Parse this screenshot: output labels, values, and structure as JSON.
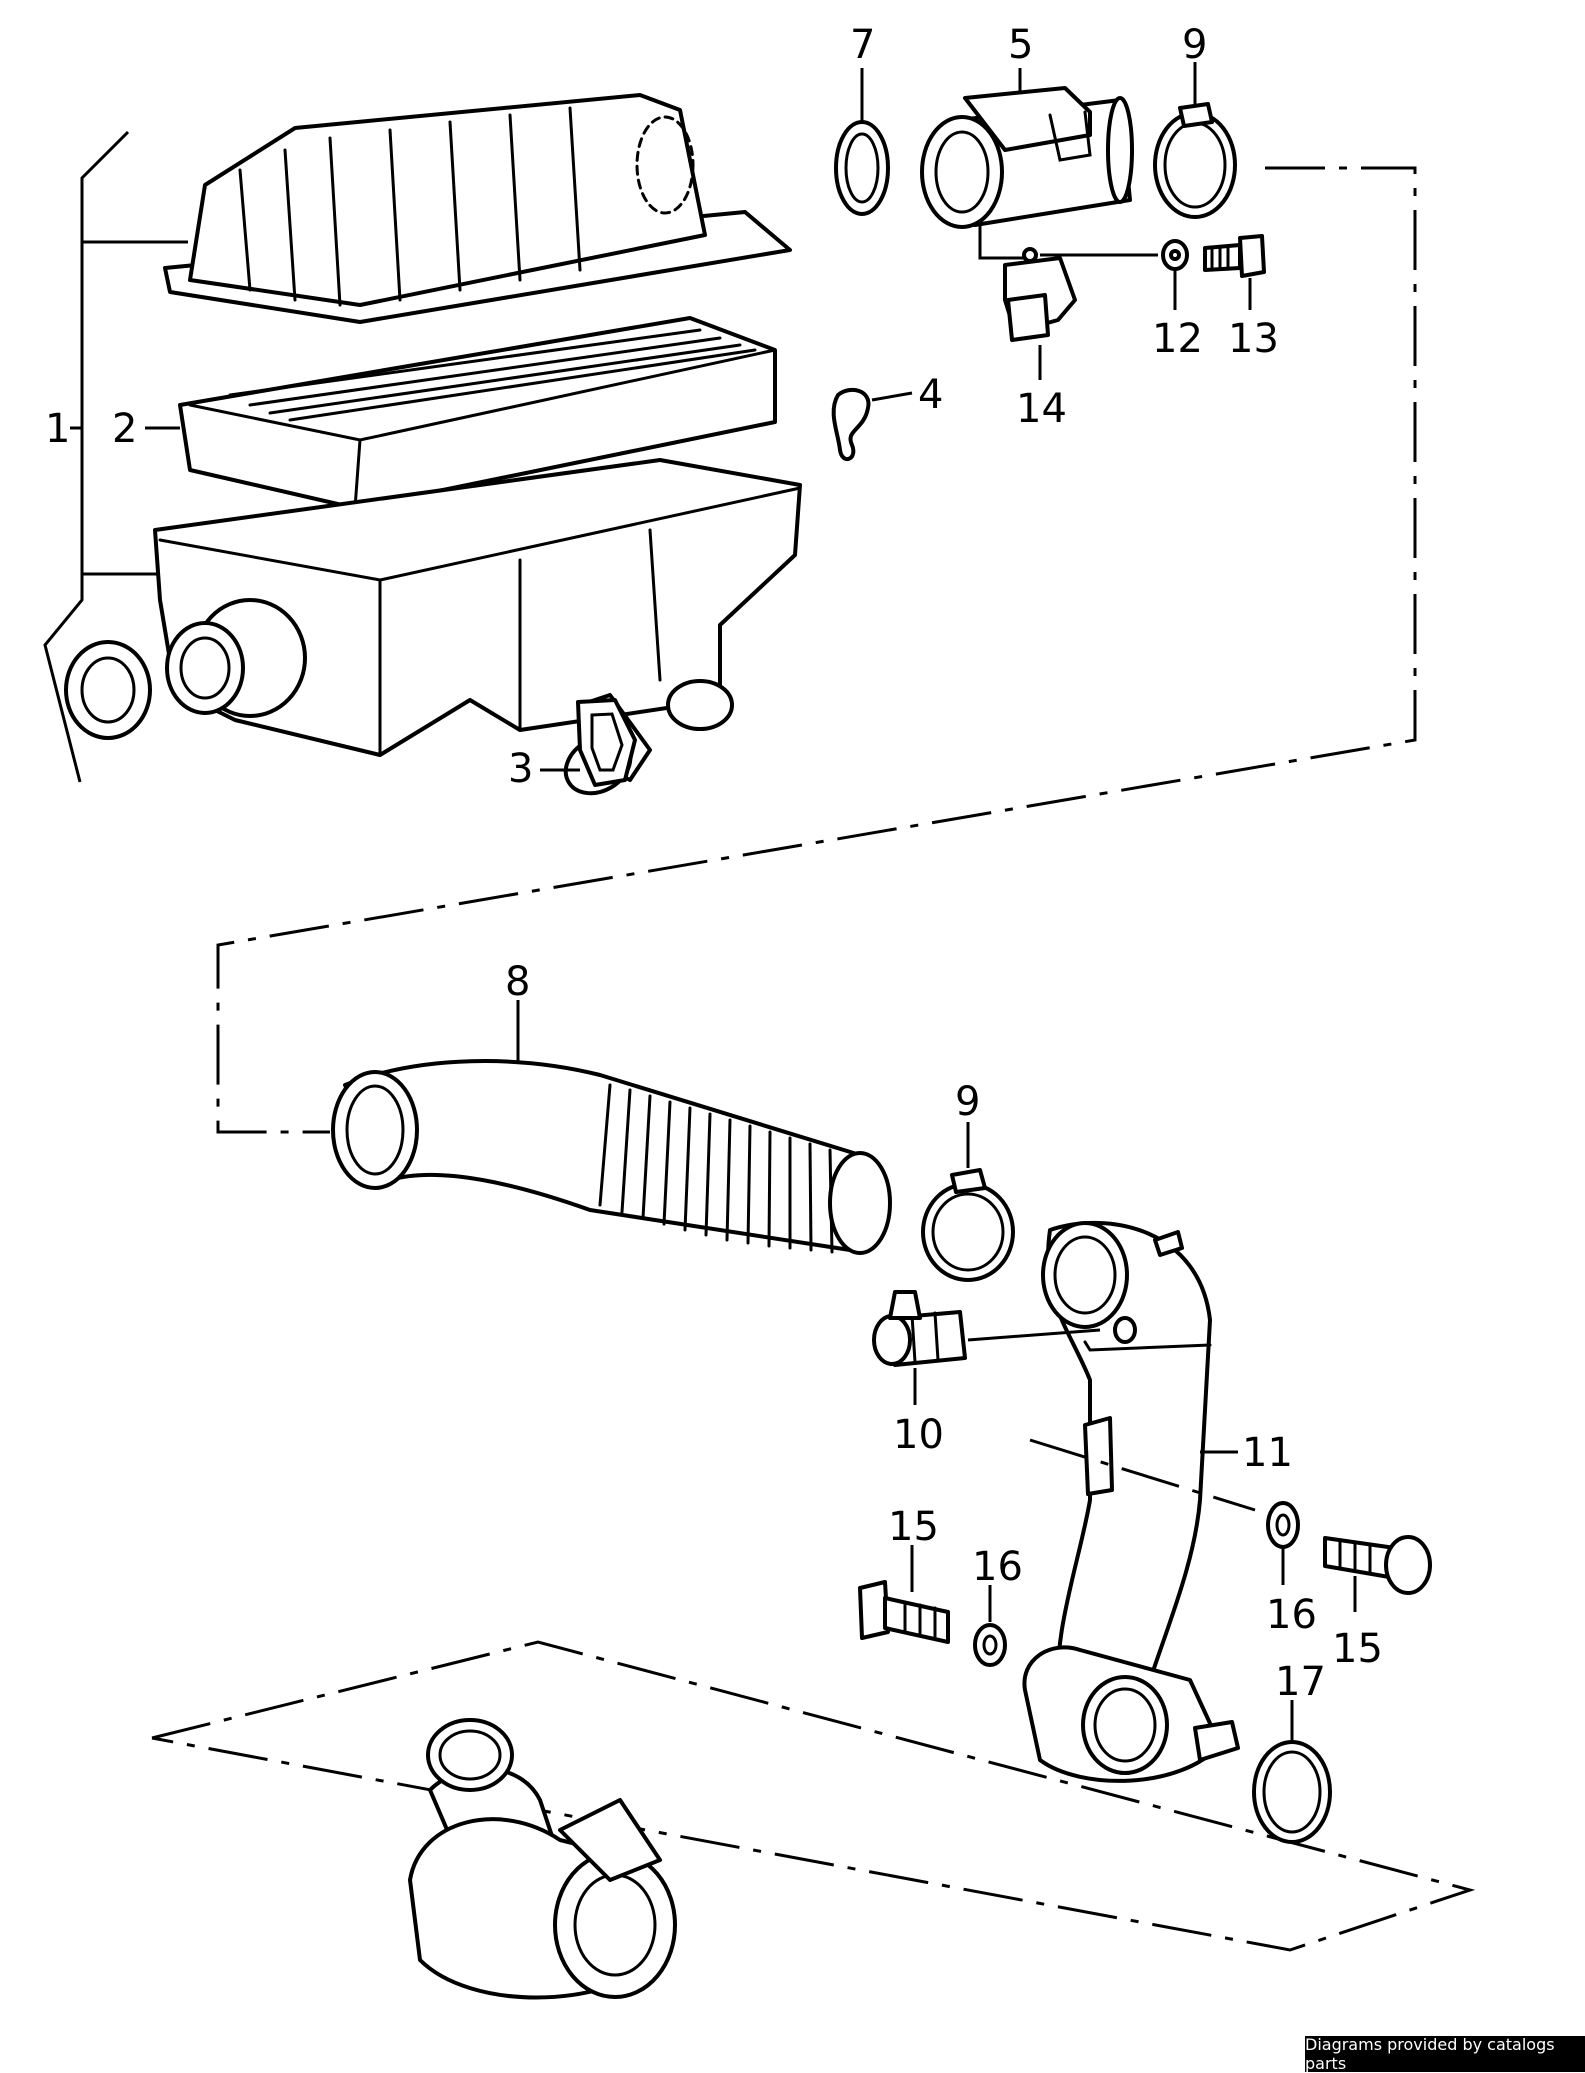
{
  "callouts": {
    "c1": "1",
    "c2": "2",
    "c3": "3",
    "c4": "4",
    "c5": "5",
    "c7": "7",
    "c8": "8",
    "c9a": "9",
    "c9b": "9",
    "c10": "10",
    "c11": "11",
    "c12": "12",
    "c13": "13",
    "c14": "14",
    "c15a": "15",
    "c15b": "15",
    "c16a": "16",
    "c16b": "16",
    "c17": "17"
  },
  "credit": "Diagrams provided by catalogs parts"
}
